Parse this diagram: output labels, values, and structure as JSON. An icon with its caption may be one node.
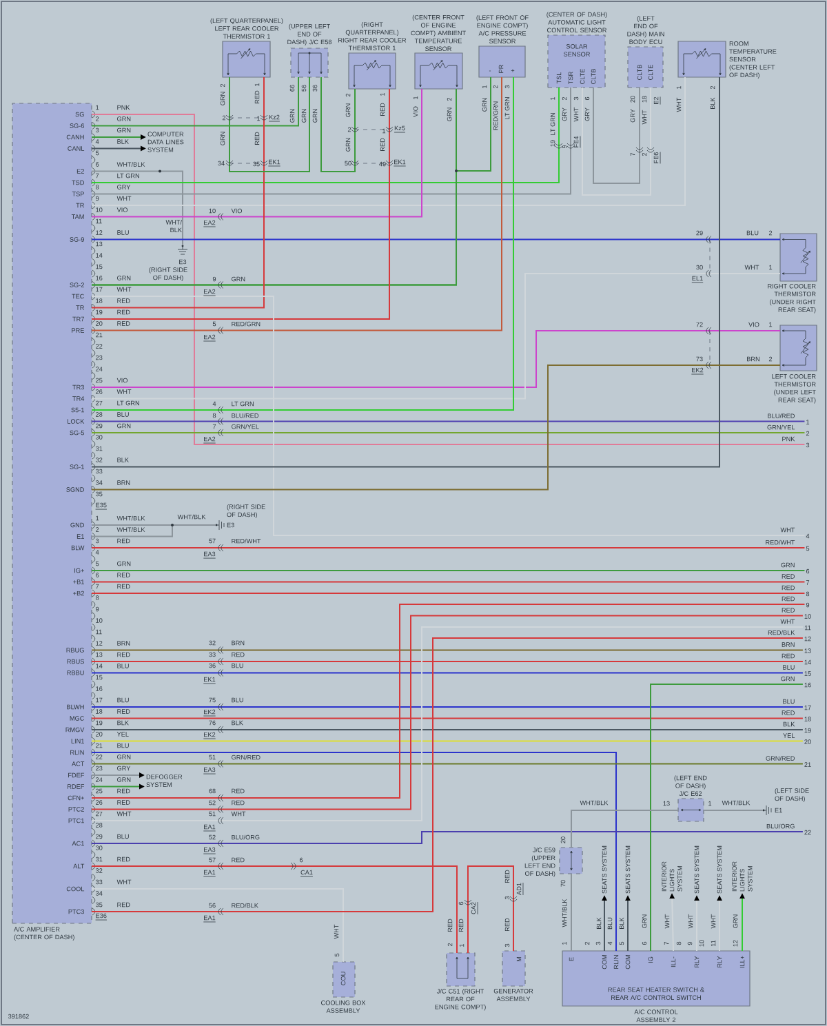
{
  "diagram": {
    "nodes": [
      {
        "text": [
          "A/C AMPLIFIER (CENTER OF DASH)"
        ]
      },
      {
        "text": [
          "(LEFT QUARTERPANEL) LEFT REAR COOLER THERMISTOR 1"
        ]
      },
      {
        "text": [
          "(UPPER LEFT END OF DASH) J/C E58"
        ]
      },
      {
        "text": [
          "(RIGHT QUARTERPANEL) RIGHT REAR COOLER THERMISTOR 1"
        ]
      },
      {
        "text": [
          "(CENTER FRONT OF ENGINE COMPT) AMBIENT TEMPERATURE SENSOR"
        ]
      },
      {
        "text": [
          "(LEFT FRONT OF ENGINE COMPT) A/C PRESSURE SENSOR"
        ]
      },
      {
        "text": [
          "(CENTER OF DASH) AUTOMATIC LIGHT CONTROL SENSOR",
          "SOLAR SENSOR"
        ]
      },
      {
        "text": [
          "(LEFT END OF DASH) MAIN BODY ECU"
        ]
      },
      {
        "text": [
          "ROOM TEMPERATURE SENSOR (CENTER LEFT OF DASH)"
        ]
      },
      {
        "text": [
          "RIGHT COOLER THERMISTOR (UNDER RIGHT REAR SEAT)"
        ]
      },
      {
        "text": [
          "LEFT COOLER THERMISTOR (UNDER LEFT REAR SEAT)"
        ]
      },
      {
        "text": [
          "COMPUTER DATA LINES SYSTEM"
        ]
      },
      {
        "text": [
          "E3",
          "(RIGHT SIDE OF DASH)"
        ]
      },
      {
        "text": [
          "(RIGHT SIDE OF DASH)",
          "E3"
        ]
      },
      {
        "text": [
          "DEFOGGER SYSTEM"
        ]
      },
      {
        "text": [
          "COOLING BOX ASSEMBLY"
        ]
      },
      {
        "text": [
          "J/C C51 (RIGHT REAR OF ENGINE COMPT)"
        ]
      },
      {
        "text": [
          "GENERATOR ASSEMBLY"
        ]
      },
      {
        "text": [
          "J/C E59 (UPPER LEFT END OF DASH)"
        ]
      },
      {
        "text": [
          "(LEFT END OF DASH) J/C E62"
        ]
      },
      {
        "text": [
          "(LEFT SIDE OF DASH)",
          "E1"
        ]
      },
      {
        "text": [
          "REAR SEAT HEATER SWITCH & REAR A/C CONTROL SWITCH",
          "A/C CONTROL ASSEMBLY 2"
        ]
      },
      {
        "text": [
          "SEATS SYSTEM"
        ]
      },
      {
        "text": [
          "SEATS SYSTEM"
        ]
      },
      {
        "text": [
          "INTERIOR LIGHTS SYSTEM"
        ]
      },
      {
        "text": [
          "SEATS SYSTEM"
        ]
      },
      {
        "text": [
          "SEATS SYSTEM"
        ]
      },
      {
        "text": [
          "INTERIOR LIGHTS SYSTEM"
        ]
      },
      {
        "text": [
          "1"
        ]
      },
      {
        "text": [
          "2"
        ]
      },
      {
        "text": [
          "3"
        ]
      },
      {
        "text": [
          "4"
        ]
      },
      {
        "text": [
          "5"
        ]
      },
      {
        "text": [
          "6"
        ]
      },
      {
        "text": [
          "7"
        ]
      },
      {
        "text": [
          "8"
        ]
      },
      {
        "text": [
          "9"
        ]
      },
      {
        "text": [
          "10"
        ]
      },
      {
        "text": [
          "11"
        ]
      },
      {
        "text": [
          "12"
        ]
      },
      {
        "text": [
          "13"
        ]
      },
      {
        "text": [
          "14"
        ]
      },
      {
        "text": [
          "15"
        ]
      },
      {
        "text": [
          "16"
        ]
      },
      {
        "text": [
          "17"
        ]
      },
      {
        "text": [
          "18"
        ]
      },
      {
        "text": [
          "19"
        ]
      },
      {
        "text": [
          "20"
        ]
      },
      {
        "text": [
          "21"
        ]
      },
      {
        "text": [
          "22"
        ]
      }
    ],
    "edges": [
      {
        "from": 0,
        "to": 30,
        "arrow": "none",
        "color": "#e07b98"
      },
      {
        "from": 0,
        "to": 2,
        "arrow": "none",
        "color": "#3d9b3d"
      },
      {
        "from": 0,
        "to": 11,
        "arrow": "to",
        "color": "#3d9b3d"
      },
      {
        "from": 0,
        "to": 11,
        "arrow": "to",
        "color": "#4b5761"
      },
      {
        "from": 0,
        "to": 12,
        "arrow": "none",
        "color": "#8c959c"
      },
      {
        "from": 0,
        "to": 6,
        "arrow": "none",
        "color": "#33cc33"
      },
      {
        "from": 0,
        "to": 6,
        "arrow": "none",
        "color": "#8c959c"
      },
      {
        "from": 0,
        "to": 8,
        "arrow": "none",
        "color": "#d0d6da"
      },
      {
        "from": 0,
        "to": 4,
        "arrow": "none",
        "color": "#cc44cc"
      },
      {
        "from": 0,
        "to": 9,
        "arrow": "none",
        "color": "#2b33cc"
      },
      {
        "from": 0,
        "to": 4,
        "arrow": "none",
        "color": "#3d9b3d"
      },
      {
        "from": 0,
        "to": 5,
        "arrow": "none",
        "color": "#3d9b3d"
      },
      {
        "from": 0,
        "to": 1,
        "arrow": "none"
      },
      {
        "from": 0,
        "to": 3,
        "arrow": "none"
      },
      {
        "from": 0,
        "to": 5,
        "arrow": "none",
        "color": "#c25a3c"
      },
      {
        "from": 0,
        "to": 10,
        "arrow": "none",
        "color": "#cc44cc"
      },
      {
        "from": 0,
        "to": 9,
        "arrow": "none",
        "color": "#d0d6da"
      },
      {
        "from": 0,
        "to": 5,
        "arrow": "none",
        "color": "#33cc33"
      },
      {
        "from": 0,
        "to": 28,
        "arrow": "none",
        "color": "#5040b0"
      },
      {
        "from": 0,
        "to": 29,
        "arrow": "none",
        "color": "#72a62e"
      },
      {
        "from": 0,
        "to": 31,
        "arrow": "none",
        "color": "#d0d6da"
      },
      {
        "from": 0,
        "to": 8,
        "arrow": "none",
        "color": "#4b5761"
      },
      {
        "from": 0,
        "to": 10,
        "arrow": "none",
        "color": "#7d6d32"
      },
      {
        "from": 1,
        "to": 2,
        "arrow": "none",
        "color": "#3d9b3d"
      },
      {
        "from": 3,
        "to": 2,
        "arrow": "none",
        "color": "#3d9b3d"
      },
      {
        "from": 6,
        "to": 7,
        "arrow": "none",
        "color": "#8c959c"
      },
      {
        "from": 6,
        "to": 7,
        "arrow": "none",
        "color": "#d0d6da"
      },
      {
        "from": 0,
        "to": 13,
        "arrow": "none",
        "color": "#8c959c"
      },
      {
        "from": 0,
        "to": 13,
        "arrow": "none",
        "color": "#8c959c"
      },
      {
        "from": 0,
        "to": 32,
        "arrow": "none"
      },
      {
        "from": 0,
        "to": 33,
        "arrow": "none",
        "color": "#3d9b3d"
      },
      {
        "from": 0,
        "to": 34,
        "arrow": "none"
      },
      {
        "from": 0,
        "to": 35,
        "arrow": "none"
      },
      {
        "from": 0,
        "to": 40,
        "arrow": "none",
        "color": "#7d6d32"
      },
      {
        "from": 0,
        "to": 41,
        "arrow": "none"
      },
      {
        "from": 0,
        "to": 42,
        "arrow": "none",
        "color": "#2b33cc"
      },
      {
        "from": 0,
        "to": 44,
        "arrow": "none",
        "color": "#2b33cc"
      },
      {
        "from": 0,
        "to": 45,
        "arrow": "none"
      },
      {
        "from": 0,
        "to": 46,
        "arrow": "none",
        "color": "#4b5761"
      },
      {
        "from": 0,
        "to": 47,
        "arrow": "none",
        "color": "#dede33"
      },
      {
        "from": 0,
        "to": 21,
        "arrow": "none",
        "color": "#2b33cc"
      },
      {
        "from": 0,
        "to": 48,
        "arrow": "none",
        "color": "#6b7a2a"
      },
      {
        "from": 0,
        "to": 14,
        "arrow": "to",
        "color": "#8c959c"
      },
      {
        "from": 0,
        "to": 14,
        "arrow": "to",
        "color": "#3d9b3d"
      },
      {
        "from": 0,
        "to": 36,
        "arrow": "none"
      },
      {
        "from": 0,
        "to": 37,
        "arrow": "none"
      },
      {
        "from": 0,
        "to": 38,
        "arrow": "none",
        "color": "#d0d6da"
      },
      {
        "from": 0,
        "to": 49,
        "arrow": "none",
        "color": "#4a3fae"
      },
      {
        "from": 0,
        "to": 16,
        "arrow": "none"
      },
      {
        "from": 0,
        "to": 15,
        "arrow": "none",
        "color": "#d0d6da"
      },
      {
        "from": 0,
        "to": 39,
        "arrow": "none"
      },
      {
        "from": 16,
        "to": 17,
        "arrow": "none"
      },
      {
        "from": 21,
        "to": 43,
        "arrow": "none",
        "color": "#3d9b3d"
      },
      {
        "from": 21,
        "to": 18,
        "arrow": "none",
        "color": "#8c959c"
      },
      {
        "from": 18,
        "to": 19,
        "arrow": "none",
        "color": "#8c959c"
      },
      {
        "from": 19,
        "to": 20,
        "arrow": "none",
        "color": "#8c959c"
      },
      {
        "from": 21,
        "to": 22,
        "arrow": "to",
        "color": "#4b5761"
      },
      {
        "from": 21,
        "to": 23,
        "arrow": "to",
        "color": "#4b5761"
      },
      {
        "from": 21,
        "to": 24,
        "arrow": "to",
        "color": "#d0d6da"
      },
      {
        "from": 21,
        "to": 25,
        "arrow": "to",
        "color": "#d0d6da"
      },
      {
        "from": 21,
        "to": 26,
        "arrow": "to",
        "color": "#d0d6da"
      },
      {
        "from": 21,
        "to": 27,
        "arrow": "to",
        "color": "#33cc33"
      }
    ],
    "labels": [
      "1",
      "2",
      "3",
      "4",
      "5",
      "6",
      "7",
      "8",
      "9",
      "10",
      "11",
      "12",
      "13",
      "14",
      "15",
      "16",
      "17",
      "18",
      "19",
      "20",
      "21",
      "22",
      "23",
      "24",
      "25",
      "26",
      "27",
      "28",
      "29",
      "30",
      "31",
      "32",
      "33",
      "34",
      "35",
      "E35",
      "SG",
      "SG-6",
      "CANH",
      "CANL",
      "E2",
      "TSD",
      "TSP",
      "TR",
      "TAM",
      "SG-9",
      "SG-2",
      "TEC",
      "TR",
      "TR7",
      "PRE",
      "TR3",
      "TR4",
      "S5-1",
      "LOCK",
      "SG-5",
      "SG-1",
      "SGND",
      "PNK",
      "GRN",
      "GRN",
      "BLK",
      "WHT/BLK",
      "LT GRN",
      "GRY",
      "WHT",
      "VIO",
      "BLU",
      "GRN",
      "WHT",
      "RED",
      "RED",
      "RED",
      "VIO",
      "WHT",
      "LT GRN",
      "BLU",
      "GRN",
      "BLK",
      "BRN",
      "1",
      "2",
      "3",
      "4",
      "5",
      "6",
      "7",
      "8",
      "9",
      "10",
      "11",
      "12",
      "13",
      "14",
      "15",
      "16",
      "17",
      "18",
      "19",
      "20",
      "21",
      "22",
      "23",
      "24",
      "25",
      "26",
      "27",
      "28",
      "29",
      "30",
      "31",
      "32",
      "33",
      "34",
      "35",
      "E36",
      "GND",
      "E1",
      "BLW",
      "IG+",
      "+B1",
      "+B2",
      "RBUG",
      "RBUS",
      "RBBU",
      "BLWH",
      "MGC",
      "RMGV",
      "LIN1",
      "RLIN",
      "ACT",
      "FDEF",
      "RDEF",
      "CFN+",
      "PTC2",
      "PTC1",
      "AC1",
      "ALT",
      "COOL",
      "PTC3",
      "WHT/BLK",
      "WHT/BLK",
      "RED",
      "GRN",
      "RED",
      "RED",
      "BRN",
      "RED",
      "BLU",
      "BLU",
      "RED",
      "BLK",
      "YEL",
      "BLU",
      "GRN",
      "GRY",
      "GRN",
      "RED",
      "RED",
      "WHT",
      "BLU",
      "RED",
      "WHT",
      "RED",
      "GRN",
      "2",
      "RED",
      "1",
      "2",
      "1",
      "Kz2",
      "GRN",
      "RED",
      "34",
      "35",
      "EK1",
      "66",
      "56",
      "36",
      "GRN",
      "GRN",
      "GRN",
      "GRN",
      "2",
      "RED",
      "1",
      "2",
      "1",
      "Kz5",
      "GRN",
      "RED",
      "50",
      "49",
      "EK1",
      "VIO",
      "1",
      "GRN",
      "2",
      "-",
      "PR",
      "+",
      "1",
      "GRN",
      "2",
      "RED/GRN",
      "3",
      "LT GRN",
      "TSL",
      "TSR",
      "CLTE",
      "CLTB",
      "1",
      "LT GRN",
      "2",
      "GRY",
      "3",
      "WHT",
      "6",
      "GRY",
      "19",
      "9",
      "FE4",
      "CLTB",
      "CLTE",
      "20",
      "GRY",
      "18",
      "WHT",
      "E2",
      "7",
      "2",
      "FE6",
      "1",
      "WHT",
      "2",
      "BLK",
      "WHT/ BLK",
      "10",
      "EA2",
      "VIO",
      "9",
      "EA2",
      "GRN",
      "5",
      "EA2",
      "RED/GRN",
      "4",
      "LT GRN",
      "8",
      "BLU/RED",
      "7",
      "GRN/YEL",
      "EA2",
      "29",
      "BLU",
      "2",
      "30",
      "EL1",
      "WHT",
      "1",
      "72",
      "VIO",
      "1",
      "73",
      "EK2",
      "BRN",
      "2",
      "BLU/RED",
      "GRN/YEL",
      "PNK",
      "WHT",
      "RED/WHT",
      "GRN",
      "RED",
      "RED",
      "RED",
      "RED",
      "WHT",
      "RED/BLK",
      "BRN",
      "RED",
      "BLU",
      "GRN",
      "BLU",
      "RED",
      "BLK",
      "YEL",
      "GRN/RED",
      "BLU/ORG",
      "WHT/BLK",
      "57",
      "EA3",
      "RED/WHT",
      "32",
      "BRN",
      "33",
      "RED",
      "36",
      "BLU",
      "EK1",
      "75",
      "EK2",
      "BLU",
      "76",
      "EK2",
      "BLK",
      "51",
      "EA3",
      "GRN/RED",
      "68",
      "RED",
      "52",
      "RED",
      "51",
      "WHT",
      "EA1",
      "52",
      "EA3",
      "BLU/ORG",
      "57",
      "EA1",
      "RED",
      "6",
      "CA1",
      "56",
      "EA1",
      "RED/BLK",
      "WHT",
      "5",
      "COU",
      "WHT/BLK",
      "13",
      "1",
      "WHT/BLK",
      "20",
      "70",
      "RED",
      "2",
      "RED",
      "1",
      "6",
      "CA2",
      "RED",
      "3",
      "AD1",
      "RED",
      "3",
      "M",
      "WHT/BLK",
      "1",
      "2",
      "BLK",
      "3",
      "BLU",
      "4",
      "BLK",
      "5",
      "GRN",
      "6",
      "WHT",
      "7",
      "8",
      "WHT",
      "9",
      "10",
      "WHT",
      "11",
      "GRN",
      "12",
      "E",
      "COM",
      "RLIN",
      "COM",
      "IG",
      "ILL-",
      "RLY",
      "RLY",
      "ILL+",
      "391862"
    ]
  }
}
